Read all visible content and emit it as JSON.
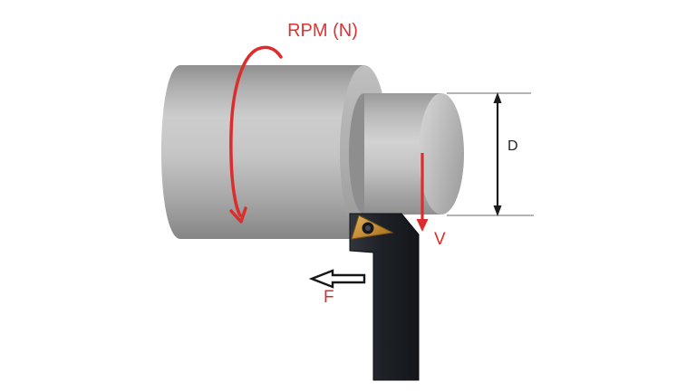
{
  "diagram": {
    "labels": {
      "spindle_speed": "RPM (N)",
      "diameter": "D",
      "cutting_velocity": "V",
      "feed": "F"
    },
    "colors": {
      "annotation_red": "#dd2c2c",
      "dimension_line_black": "#1c1c1c",
      "extension_line_gray": "#9b9b9b",
      "workpiece_gray_light": "#d2d2d2",
      "workpiece_gray_dark": "#8b8b8b",
      "tool_holder_dark": "#1d2026",
      "insert_gold": "#c78f38",
      "background": "#ffffff"
    }
  }
}
